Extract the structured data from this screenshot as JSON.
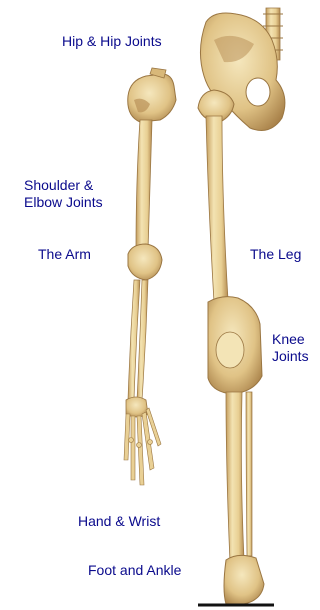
{
  "labels": {
    "hip": "Hip & Hip Joints",
    "shoulder_line1": "Shoulder &",
    "shoulder_line2": "Elbow Joints",
    "arm": "The Arm",
    "leg": "The Leg",
    "knee_line1": "Knee",
    "knee_line2": "Joints",
    "hand": "Hand & Wrist",
    "foot": "Foot and Ankle"
  },
  "colors": {
    "label_text": "#0a0a8c",
    "bone_light": "#f1dfaa",
    "bone_mid": "#d9b879",
    "bone_dark": "#a07a45",
    "background": "#ffffff"
  },
  "icons": {
    "arm": "arm-skeleton-illustration",
    "leg": "leg-skeleton-illustration"
  }
}
